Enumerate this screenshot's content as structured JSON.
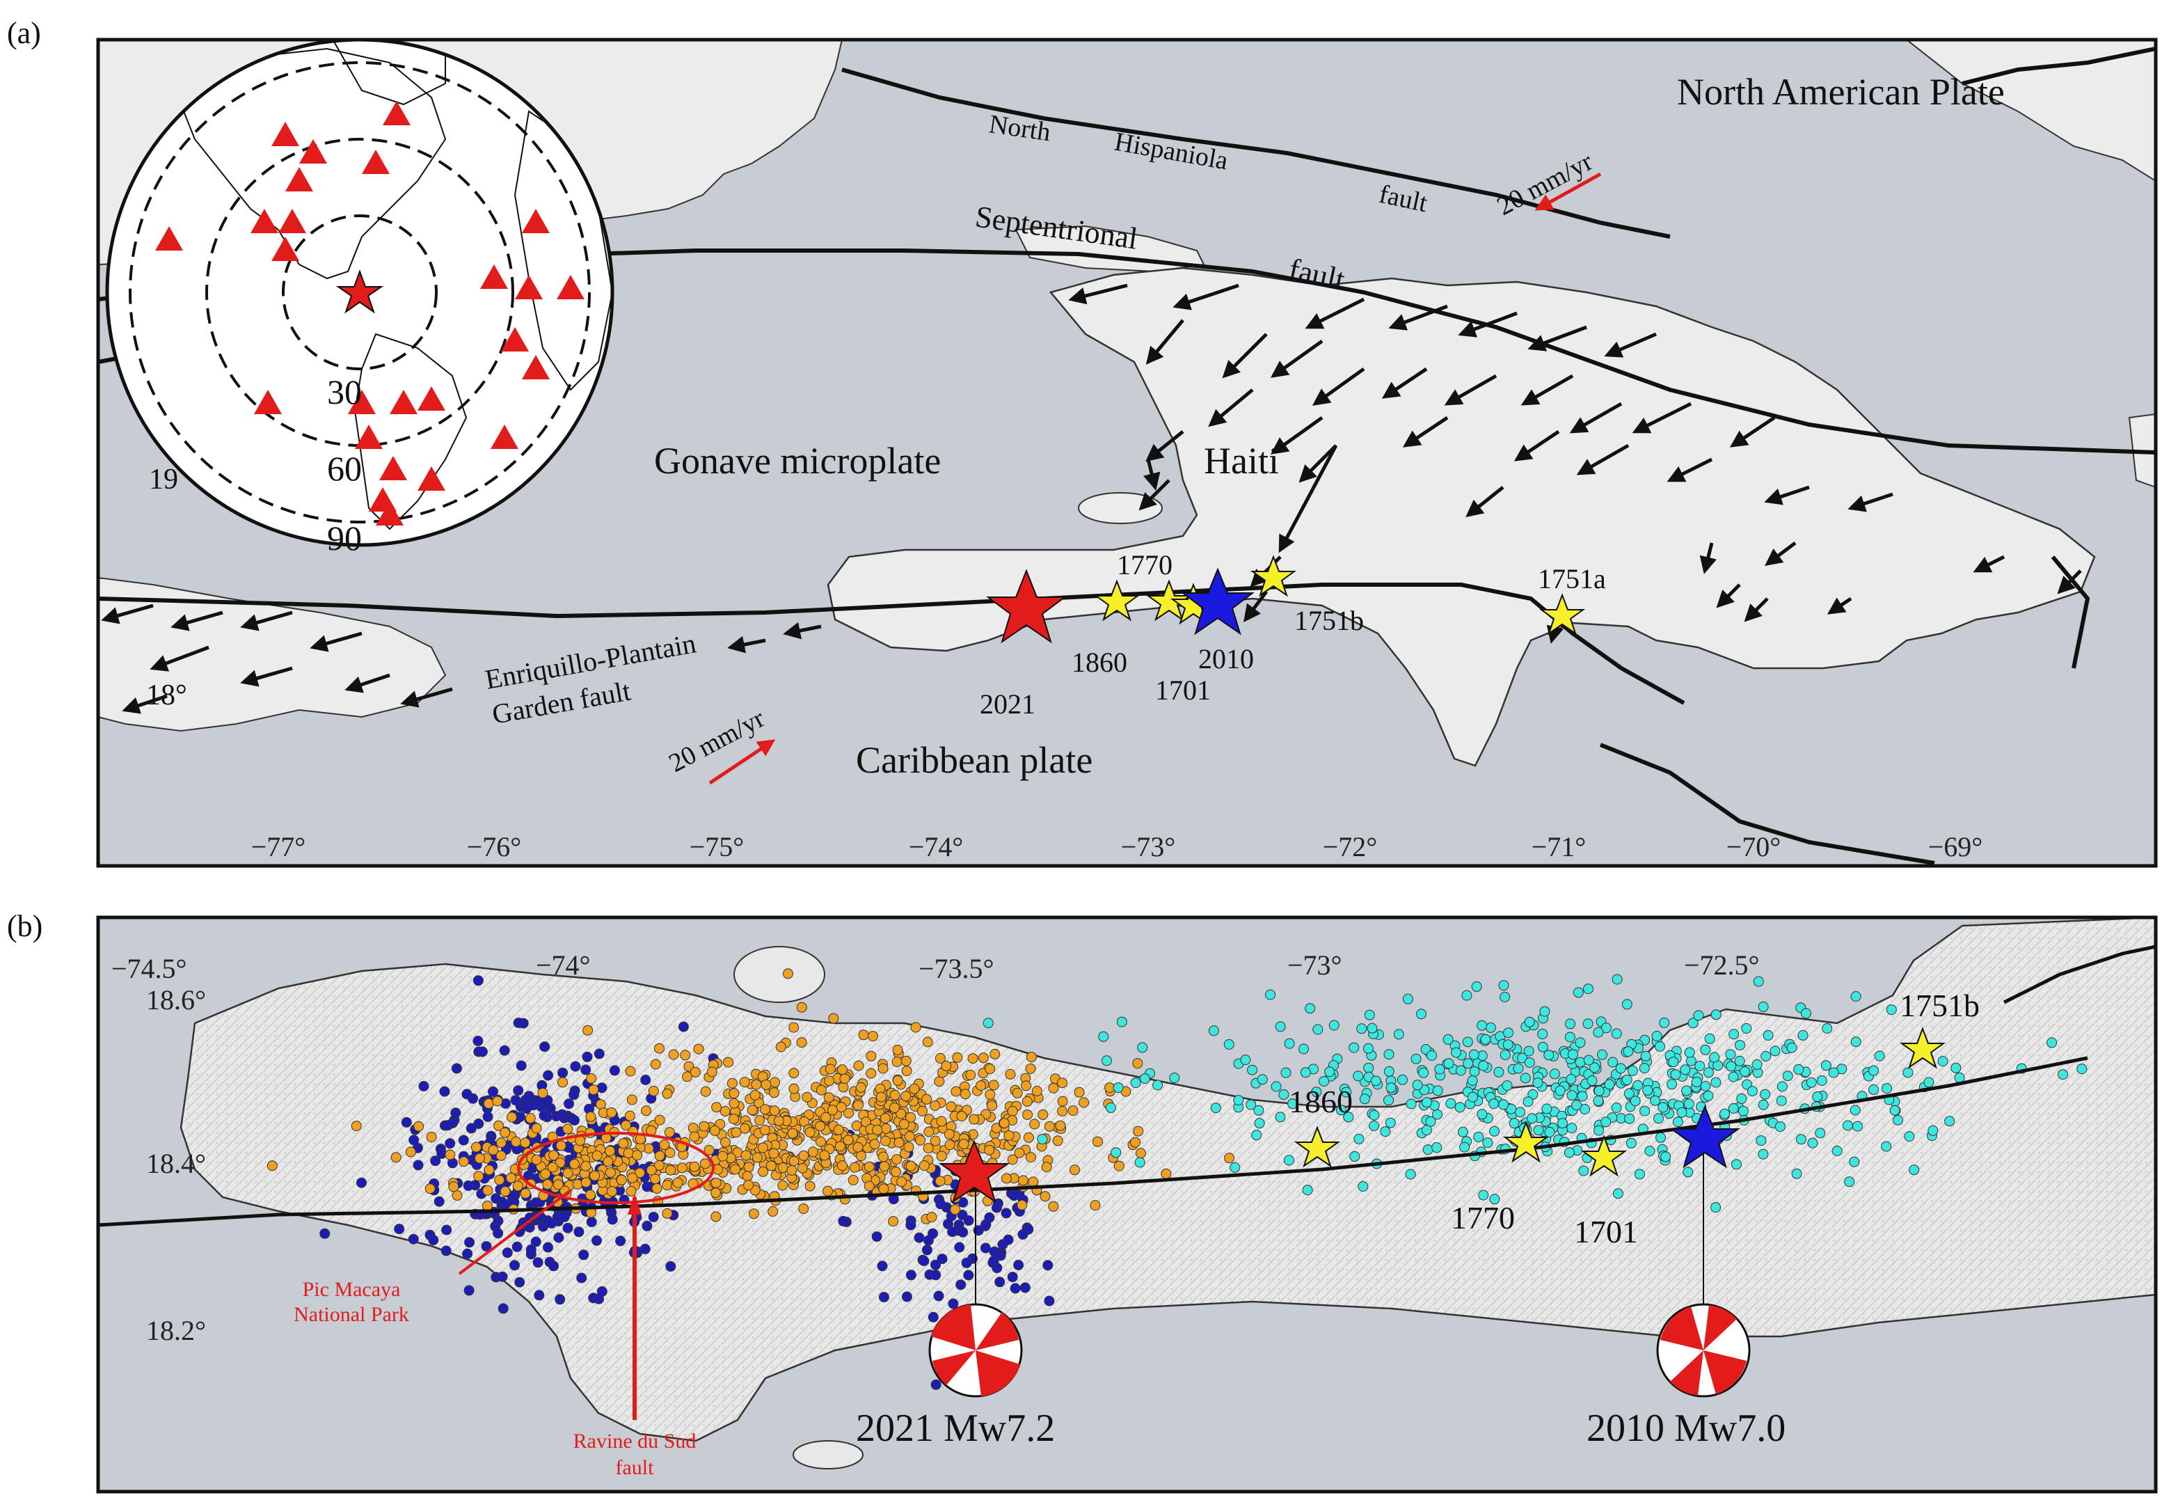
{
  "panel_a": {
    "label": "(a)",
    "plates": {
      "north_american": "North American Plate",
      "gonave": "Gonave  microplate",
      "caribbean": "Caribbean plate"
    },
    "faults": {
      "north_hispaniola_1": "North",
      "north_hispaniola_2": "Hispaniola",
      "north_hispaniola_3": "fault",
      "septentrional_1": "Septentrional",
      "septentrional_2": "fault",
      "enriquillo_1": "Enriquillo-Plantain",
      "enriquillo_2": "Garden fault"
    },
    "haiti": "Haiti",
    "velocity_scale_ne": "20 mm/yr",
    "velocity_scale_sw": "20 mm/yr",
    "events": {
      "e2021": "2021",
      "e1860": "1860",
      "e1770": "1770",
      "e1701": "1701",
      "e2010": "2010",
      "e1751b": "1751b",
      "e1751a": "1751a"
    },
    "inset_rings": [
      "30",
      "60",
      "90"
    ],
    "lon_ticks": [
      "−77°",
      "−76°",
      "−75°",
      "−74°",
      "−73°",
      "−72°",
      "−71°",
      "−70°",
      "−69°"
    ],
    "lat_ticks": [
      "19",
      "18°"
    ]
  },
  "panel_b": {
    "label": "(b)",
    "lon_ticks": [
      "−74.5°",
      "−74°",
      "−73.5°",
      "−73°",
      "−72.5°"
    ],
    "lat_ticks": [
      "18.6°",
      "18.4°",
      "18.2°"
    ],
    "events": {
      "e1860": "1860",
      "e1770": "1770",
      "e1701": "1701",
      "e1751b": "1751b"
    },
    "mech_2021": "2021 Mw7.2",
    "mech_2010": "2010 Mw7.0",
    "park_1": "Pic Macaya",
    "park_2": "National Park",
    "ravine_1": "Ravine du Sud",
    "ravine_2": "fault"
  },
  "colors": {
    "sea": "#c8cdd3",
    "land": "#ececec",
    "epicenter_2021": "#e21b1b",
    "epicenter_2010": "#1a1adf",
    "historical": "#f5f02a",
    "aftershock_orange": "#f0a020",
    "aftershock_blue": "#1d1db5",
    "aftershock_cyan": "#3ee6e0",
    "station": "#e21b1b"
  }
}
